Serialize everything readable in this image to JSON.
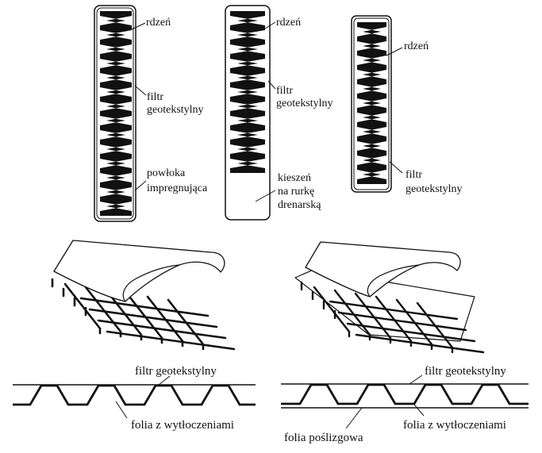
{
  "panels": {
    "drain_left": {
      "core": "rdzeń",
      "filter_l1": "filtr",
      "filter_l2": "geotekstylny",
      "coating_l1": "powłoka",
      "coating_l2": "impregnująca"
    },
    "drain_mid": {
      "core": "rdzeń",
      "filter_l1": "filtr",
      "filter_l2": "geotekstylny",
      "pocket_l1": "kieszeń",
      "pocket_l2": "na rurkę",
      "pocket_l3": "drenarską"
    },
    "drain_right": {
      "core": "rdzeń",
      "filter_l1": "filtr",
      "filter_l2": "geotekstylny"
    },
    "section_left": {
      "filter": "filtr geotekstylny",
      "foil": "folia z wytłoczeniami"
    },
    "section_right": {
      "filter": "filtr geotekstylny",
      "foil": "folia z wytłoczeniami",
      "slip_foil": "folia poślizgowa"
    }
  },
  "colors": {
    "ink": "#111111",
    "paper": "#ffffff",
    "shade": "#e8e8e8"
  }
}
